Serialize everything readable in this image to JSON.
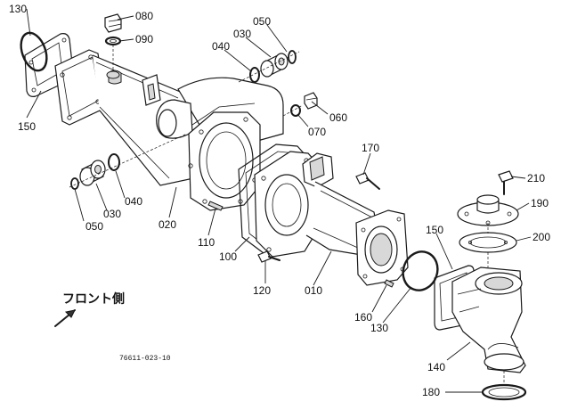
{
  "callouts": {
    "c130a": "130",
    "c080": "080",
    "c090": "090",
    "c050a": "050",
    "c030a": "030",
    "c040a": "040",
    "c150a": "150",
    "c060": "060",
    "c070": "070",
    "c170": "170",
    "c210": "210",
    "c190": "190",
    "c200": "200",
    "c040b": "040",
    "c030b": "030",
    "c050b": "050",
    "c020": "020",
    "c110": "110",
    "c100": "100",
    "c120": "120",
    "c010": "010",
    "c150b": "150",
    "c160": "160",
    "c130b": "130",
    "c140": "140",
    "c180": "180"
  },
  "front_side_label": "フロント側",
  "drawing_code": "76611-023-10"
}
